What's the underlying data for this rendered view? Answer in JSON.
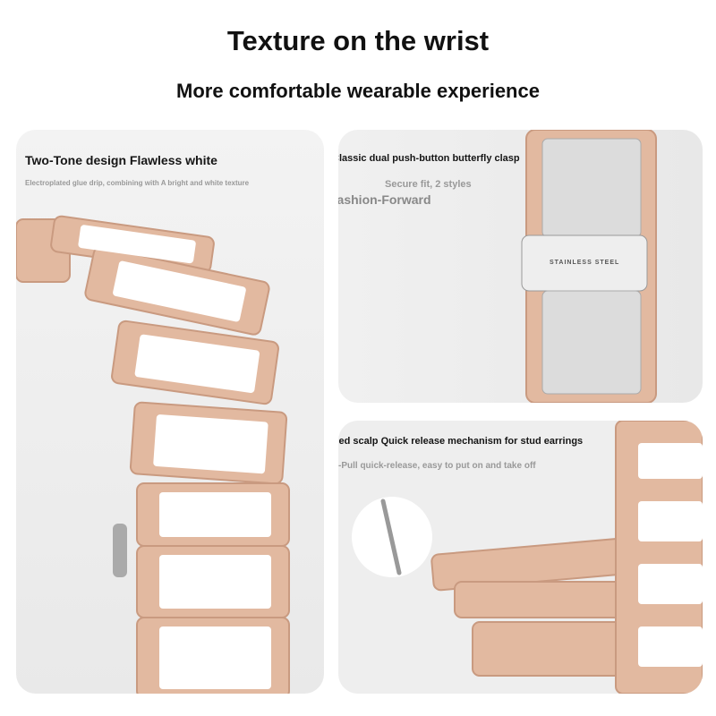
{
  "header": {
    "title": "Texture on the wrist",
    "subtitle": "More comfortable wearable experience"
  },
  "panels": [
    {
      "heading": "Two-Tone design Flawless white",
      "sub": "Electroplated glue drip, combining with A bright and white texture"
    },
    {
      "heading": "Classic dual push-button butterfly clasp",
      "sub": "Secure fit, 2 styles",
      "tag": "Fashion-Forward",
      "clasp_text": "STAINLESS STEEL"
    },
    {
      "heading": "Refined scalp Quick release mechanism for stud earrings",
      "sub": "Hand-Pull quick-release, easy to put on and take off"
    }
  ],
  "colors": {
    "rose_gold": "#e2b9a0",
    "ceramic": "#ffffff",
    "silver": "#d9d9d9"
  }
}
